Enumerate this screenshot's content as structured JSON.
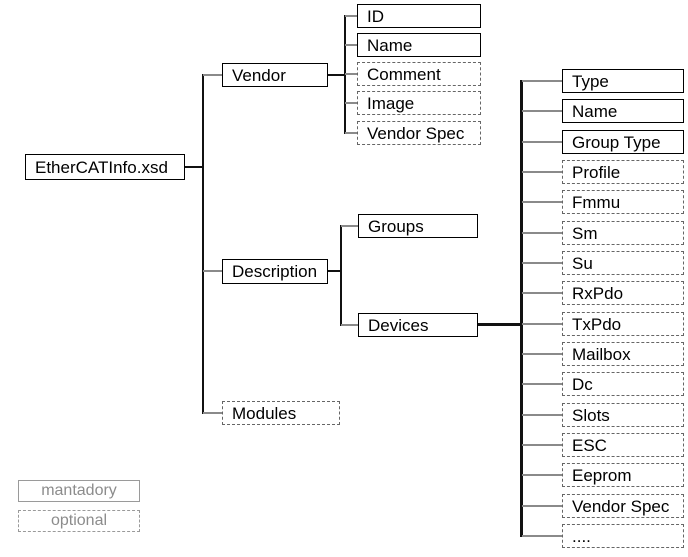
{
  "tree": {
    "root": {
      "label": "EtherCATInfo.xsd",
      "type": "mandatory"
    },
    "vendor": {
      "label": "Vendor",
      "type": "mandatory",
      "children": [
        {
          "label": "ID",
          "type": "mandatory"
        },
        {
          "label": "Name",
          "type": "mandatory"
        },
        {
          "label": "Comment",
          "type": "optional"
        },
        {
          "label": "Image",
          "type": "optional"
        },
        {
          "label": "Vendor Spec",
          "type": "optional"
        }
      ]
    },
    "description": {
      "label": "Description",
      "type": "mandatory",
      "children": [
        {
          "label": "Groups",
          "type": "mandatory"
        },
        {
          "label": "Devices",
          "type": "mandatory"
        }
      ]
    },
    "devices_children": [
      {
        "label": "Type",
        "type": "mandatory"
      },
      {
        "label": "Name",
        "type": "mandatory"
      },
      {
        "label": "Group Type",
        "type": "mandatory"
      },
      {
        "label": "Profile",
        "type": "optional"
      },
      {
        "label": "Fmmu",
        "type": "optional"
      },
      {
        "label": "Sm",
        "type": "optional"
      },
      {
        "label": "Su",
        "type": "optional"
      },
      {
        "label": "RxPdo",
        "type": "optional"
      },
      {
        "label": "TxPdo",
        "type": "optional"
      },
      {
        "label": "Mailbox",
        "type": "optional"
      },
      {
        "label": "Dc",
        "type": "optional"
      },
      {
        "label": "Slots",
        "type": "optional"
      },
      {
        "label": "ESC",
        "type": "optional"
      },
      {
        "label": "Eeprom",
        "type": "optional"
      },
      {
        "label": "Vendor Spec",
        "type": "optional"
      },
      {
        "label": "....",
        "type": "optional"
      }
    ],
    "modules": {
      "label": "Modules",
      "type": "optional"
    }
  },
  "legend": {
    "mandatory_label": "mantadory",
    "optional_label": "optional"
  },
  "colors": {
    "background": "#ffffff",
    "text": "#000000",
    "mandatory_border": "#000000",
    "optional_border": "#666666",
    "trunk_line": "#111111",
    "branch_line": "#8a8a8a",
    "legend_text": "#8c8c8c",
    "legend_border": "#9a9a9a"
  }
}
